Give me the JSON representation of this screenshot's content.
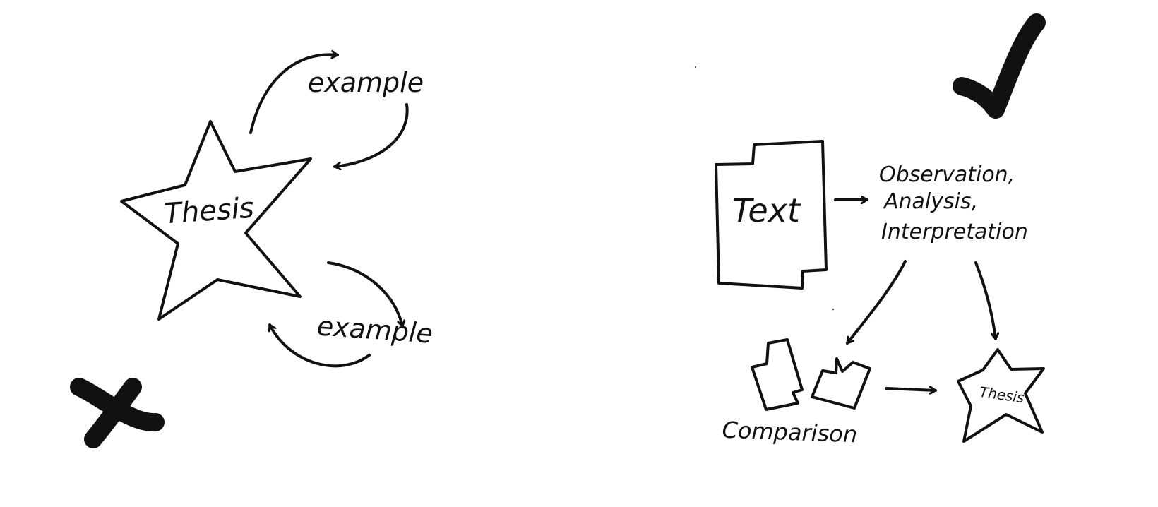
{
  "left_diagram": {
    "center_label": "Thesis",
    "examples": [
      {
        "label": "example"
      },
      {
        "label": "example"
      }
    ],
    "mark": "cross-mark-icon"
  },
  "right_diagram": {
    "text_box_label": "Text",
    "process_lines": [
      "Observation,",
      "Analysis,",
      "Interpretation"
    ],
    "comparison_label": "Comparison",
    "result_label": "Thesis",
    "mark": "check-mark-icon"
  },
  "colors": {
    "ink": "#111111",
    "background": "#ffffff"
  }
}
